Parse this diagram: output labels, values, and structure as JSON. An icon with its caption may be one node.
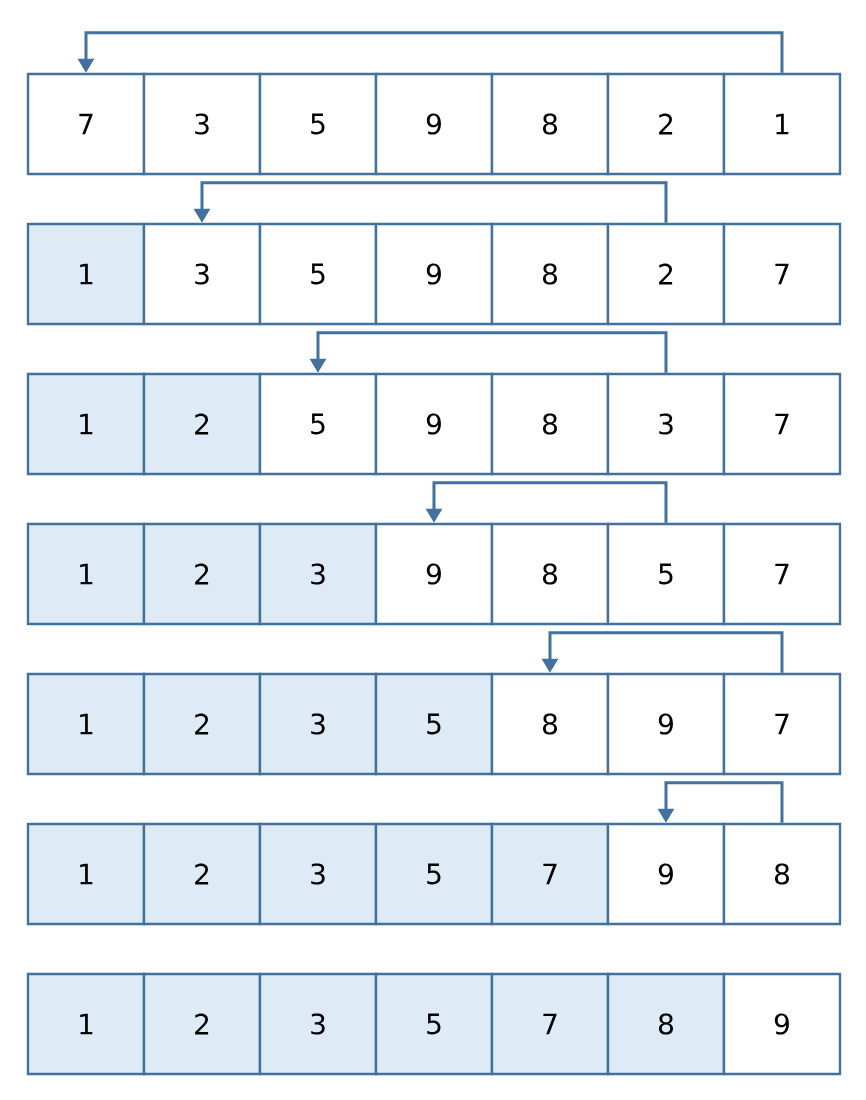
{
  "diagram": {
    "nodes": [
      {
        "text": [
          "7"
        ]
      },
      {
        "text": [
          "3"
        ]
      },
      {
        "text": [
          "5"
        ]
      },
      {
        "text": [
          "9"
        ]
      },
      {
        "text": [
          "8"
        ]
      },
      {
        "text": [
          "2"
        ]
      },
      {
        "text": [
          "1"
        ]
      },
      {
        "text": [
          "1"
        ]
      },
      {
        "text": [
          "3"
        ]
      },
      {
        "text": [
          "5"
        ]
      },
      {
        "text": [
          "9"
        ]
      },
      {
        "text": [
          "8"
        ]
      },
      {
        "text": [
          "2"
        ]
      },
      {
        "text": [
          "7"
        ]
      },
      {
        "text": [
          "1"
        ]
      },
      {
        "text": [
          "2"
        ]
      },
      {
        "text": [
          "5"
        ]
      },
      {
        "text": [
          "9"
        ]
      },
      {
        "text": [
          "8"
        ]
      },
      {
        "text": [
          "3"
        ]
      },
      {
        "text": [
          "7"
        ]
      },
      {
        "text": [
          "1"
        ]
      },
      {
        "text": [
          "2"
        ]
      },
      {
        "text": [
          "3"
        ]
      },
      {
        "text": [
          "9"
        ]
      },
      {
        "text": [
          "8"
        ]
      },
      {
        "text": [
          "5"
        ]
      },
      {
        "text": [
          "7"
        ]
      },
      {
        "text": [
          "1"
        ]
      },
      {
        "text": [
          "2"
        ]
      },
      {
        "text": [
          "3"
        ]
      },
      {
        "text": [
          "5"
        ]
      },
      {
        "text": [
          "8"
        ]
      },
      {
        "text": [
          "9"
        ]
      },
      {
        "text": [
          "7"
        ]
      },
      {
        "text": [
          "1"
        ]
      },
      {
        "text": [
          "2"
        ]
      },
      {
        "text": [
          "3"
        ]
      },
      {
        "text": [
          "5"
        ]
      },
      {
        "text": [
          "7"
        ]
      },
      {
        "text": [
          "9"
        ]
      },
      {
        "text": [
          "8"
        ]
      },
      {
        "text": [
          "1"
        ]
      },
      {
        "text": [
          "2"
        ]
      },
      {
        "text": [
          "3"
        ]
      },
      {
        "text": [
          "5"
        ]
      },
      {
        "text": [
          "7"
        ]
      },
      {
        "text": [
          "8"
        ]
      },
      {
        "text": [
          "9"
        ]
      }
    ],
    "edges": [
      {
        "from": 6,
        "to": 0,
        "arrow": "to"
      },
      {
        "from": 12,
        "to": 8,
        "arrow": "to"
      },
      {
        "from": 19,
        "to": 16,
        "arrow": "to"
      },
      {
        "from": 26,
        "to": 24,
        "arrow": "to"
      },
      {
        "from": 34,
        "to": 32,
        "arrow": "to"
      },
      {
        "from": 41,
        "to": 40,
        "arrow": "to"
      }
    ]
  }
}
